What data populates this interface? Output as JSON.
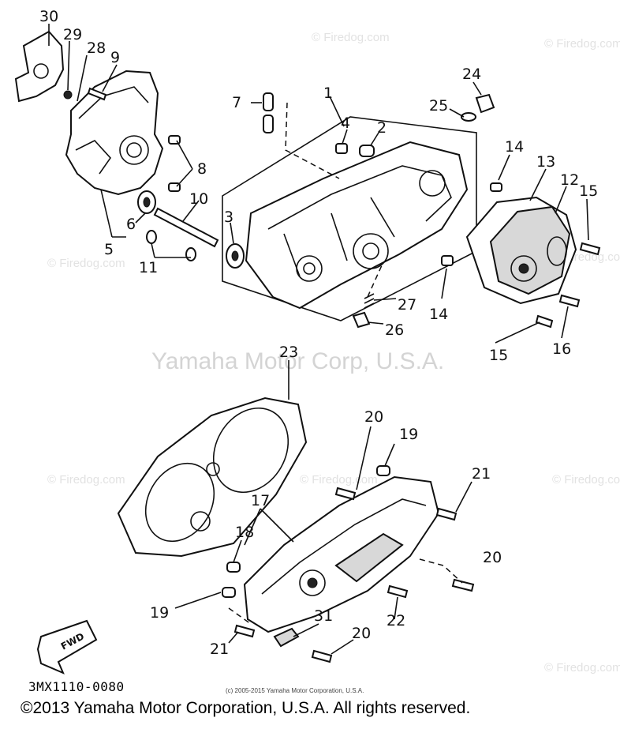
{
  "diagram": {
    "center_watermark": "Yamaha Motor Corp, U.S.A.",
    "site_watermark": "© Firedog.com",
    "part_code": "3MX1110-0080",
    "small_copyright": "(c) 2005-2015 Yamaha Motor Corporation, U.S.A.",
    "copyright": "©2013 Yamaha Motor Corporation, U.S.A. All rights reserved.",
    "fwd_label": "FWD",
    "callouts": {
      "c1": "1",
      "c2": "2",
      "c3": "3",
      "c4": "4",
      "c5": "5",
      "c6": "6",
      "c7": "7",
      "c8": "8",
      "c9": "9",
      "c10": "10",
      "c11": "11",
      "c12": "12",
      "c13": "13",
      "c14a": "14",
      "c14b": "14",
      "c15a": "15",
      "c15b": "15",
      "c16": "16",
      "c17": "17",
      "c18": "18",
      "c19a": "19",
      "c19b": "19",
      "c20a": "20",
      "c20b": "20",
      "c20c": "20",
      "c21a": "21",
      "c21b": "21",
      "c22": "22",
      "c23": "23",
      "c24": "24",
      "c25": "25",
      "c26": "26",
      "c27": "27",
      "c28": "28",
      "c29": "29",
      "c30": "30",
      "c31": "31"
    }
  }
}
